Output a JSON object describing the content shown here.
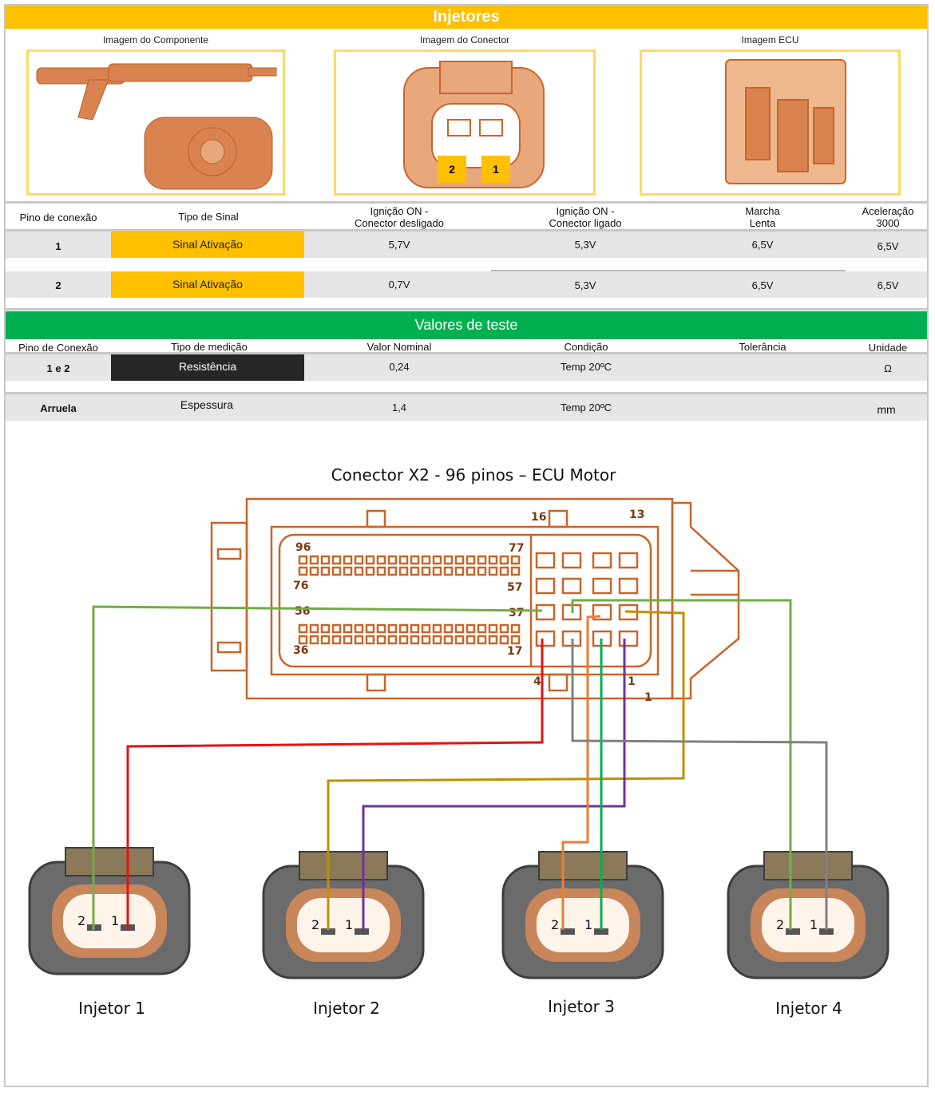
{
  "header": {
    "title": "Injetores"
  },
  "images": {
    "component": "Imagem do Componente",
    "connector": "Imagem do Conector",
    "ecu": "Imagem ECU",
    "pin_badges": [
      "2",
      "1"
    ]
  },
  "signal_table": {
    "headers": [
      "Pino de conexão",
      "Tipo de Sinal",
      "Ignição ON -\nConector desligado",
      "Ignição ON -\nConector ligado",
      "Marcha\nLenta",
      "Aceleração\n3000"
    ],
    "rows": [
      {
        "pin": "1",
        "type": "Sinal Ativação",
        "ign_off": "5,7V",
        "ign_on": "5,3V",
        "idle": "6,5V",
        "accel": "6,5V"
      },
      {
        "pin": "2",
        "type": "Sinal Ativação",
        "ign_off": "0,7V",
        "ign_on": "5,3V",
        "idle": "6,5V",
        "accel": "6,5V"
      }
    ]
  },
  "test_values": {
    "title": "Valores de teste",
    "headers": [
      "Pino de Conexão",
      "Tipo de medição",
      "Valor Nominal",
      "Condição",
      "Tolerância",
      "Unidade"
    ],
    "rows": [
      {
        "pin": "1 e 2",
        "type": "Resistência",
        "nominal": "0,24",
        "condition": "Temp 20ºC",
        "tolerance": "",
        "unit": "Ω"
      },
      {
        "pin": "Arruela",
        "type": "Espessura",
        "nominal": "1,4",
        "condition": "Temp 20ºC",
        "tolerance": "",
        "unit": "mm"
      }
    ]
  },
  "diagram": {
    "title": "Conector X2 - 96 pinos – ECU Motor",
    "pin_labels": [
      "96",
      "77",
      "76",
      "57",
      "56",
      "37",
      "36",
      "17",
      "16",
      "13",
      "4",
      "1",
      "1"
    ],
    "injectors": [
      {
        "label": "Injetor 1",
        "pin_a": "2",
        "pin_b": "1"
      },
      {
        "label": "Injetor 2",
        "pin_a": "2",
        "pin_b": "1"
      },
      {
        "label": "Injetor 3",
        "pin_a": "2",
        "pin_b": "1"
      },
      {
        "label": "Injetor 4",
        "pin_a": "2",
        "pin_b": "1"
      }
    ],
    "colors": {
      "drawing": "#C8652A",
      "green": "#70AD47",
      "red": "#E81010",
      "gold": "#BF9000",
      "purple": "#7030A0",
      "orange": "#ED7D31",
      "green2": "#00B050",
      "gray": "#808080"
    }
  }
}
